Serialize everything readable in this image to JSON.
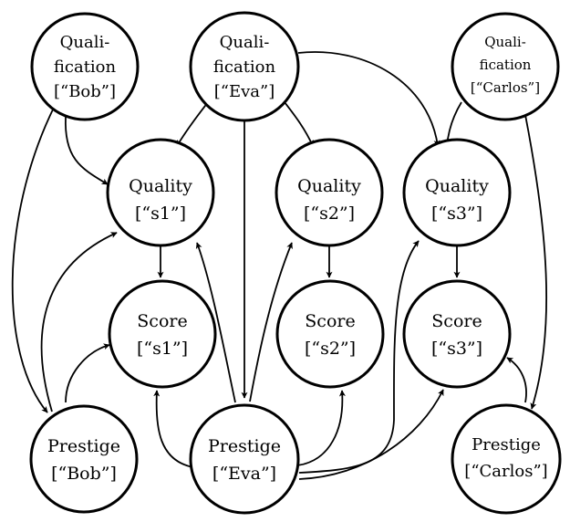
{
  "nodes": {
    "qual_bob": {
      "line1": "Quali-",
      "line2": "fication",
      "line3": "[“Bob”]"
    },
    "qual_eva": {
      "line1": "Quali-",
      "line2": "fication",
      "line3": "[“Eva”]"
    },
    "qual_carlos": {
      "line1": "Quali-",
      "line2": "fication",
      "line3": "[“Carlos”]"
    },
    "quality_s1": {
      "line1": "Quality",
      "line2": "[“s1”]"
    },
    "quality_s2": {
      "line1": "Quality",
      "line2": "[“s2”]"
    },
    "quality_s3": {
      "line1": "Quality",
      "line2": "[“s3”]"
    },
    "score_s1": {
      "line1": "Score",
      "line2": "[“s1”]"
    },
    "score_s2": {
      "line1": "Score",
      "line2": "[“s2”]"
    },
    "score_s3": {
      "line1": "Score",
      "line2": "[“s3”]"
    },
    "prestige_bob": {
      "line1": "Prestige",
      "line2": "[“Bob”]"
    },
    "prestige_eva": {
      "line1": "Prestige",
      "line2": "[“Eva”]"
    },
    "prestige_carlos": {
      "line1": "Prestige",
      "line2": "[“Carlos”]"
    }
  },
  "edges": [
    {
      "from": "qual_bob",
      "to": "quality_s1"
    },
    {
      "from": "qual_bob",
      "to": "prestige_bob"
    },
    {
      "from": "qual_eva",
      "to": "quality_s1"
    },
    {
      "from": "qual_eva",
      "to": "quality_s2"
    },
    {
      "from": "qual_eva",
      "to": "quality_s3"
    },
    {
      "from": "qual_eva",
      "to": "prestige_eva"
    },
    {
      "from": "qual_carlos",
      "to": "quality_s3"
    },
    {
      "from": "qual_carlos",
      "to": "prestige_carlos"
    },
    {
      "from": "quality_s1",
      "to": "score_s1"
    },
    {
      "from": "quality_s2",
      "to": "score_s2"
    },
    {
      "from": "quality_s3",
      "to": "score_s3"
    },
    {
      "from": "prestige_bob",
      "to": "quality_s1"
    },
    {
      "from": "prestige_bob",
      "to": "score_s1"
    },
    {
      "from": "prestige_eva",
      "to": "quality_s1"
    },
    {
      "from": "prestige_eva",
      "to": "score_s1"
    },
    {
      "from": "prestige_eva",
      "to": "quality_s2"
    },
    {
      "from": "prestige_eva",
      "to": "score_s2"
    },
    {
      "from": "prestige_eva",
      "to": "quality_s3"
    },
    {
      "from": "prestige_eva",
      "to": "score_s3"
    },
    {
      "from": "prestige_carlos",
      "to": "score_s3"
    }
  ]
}
